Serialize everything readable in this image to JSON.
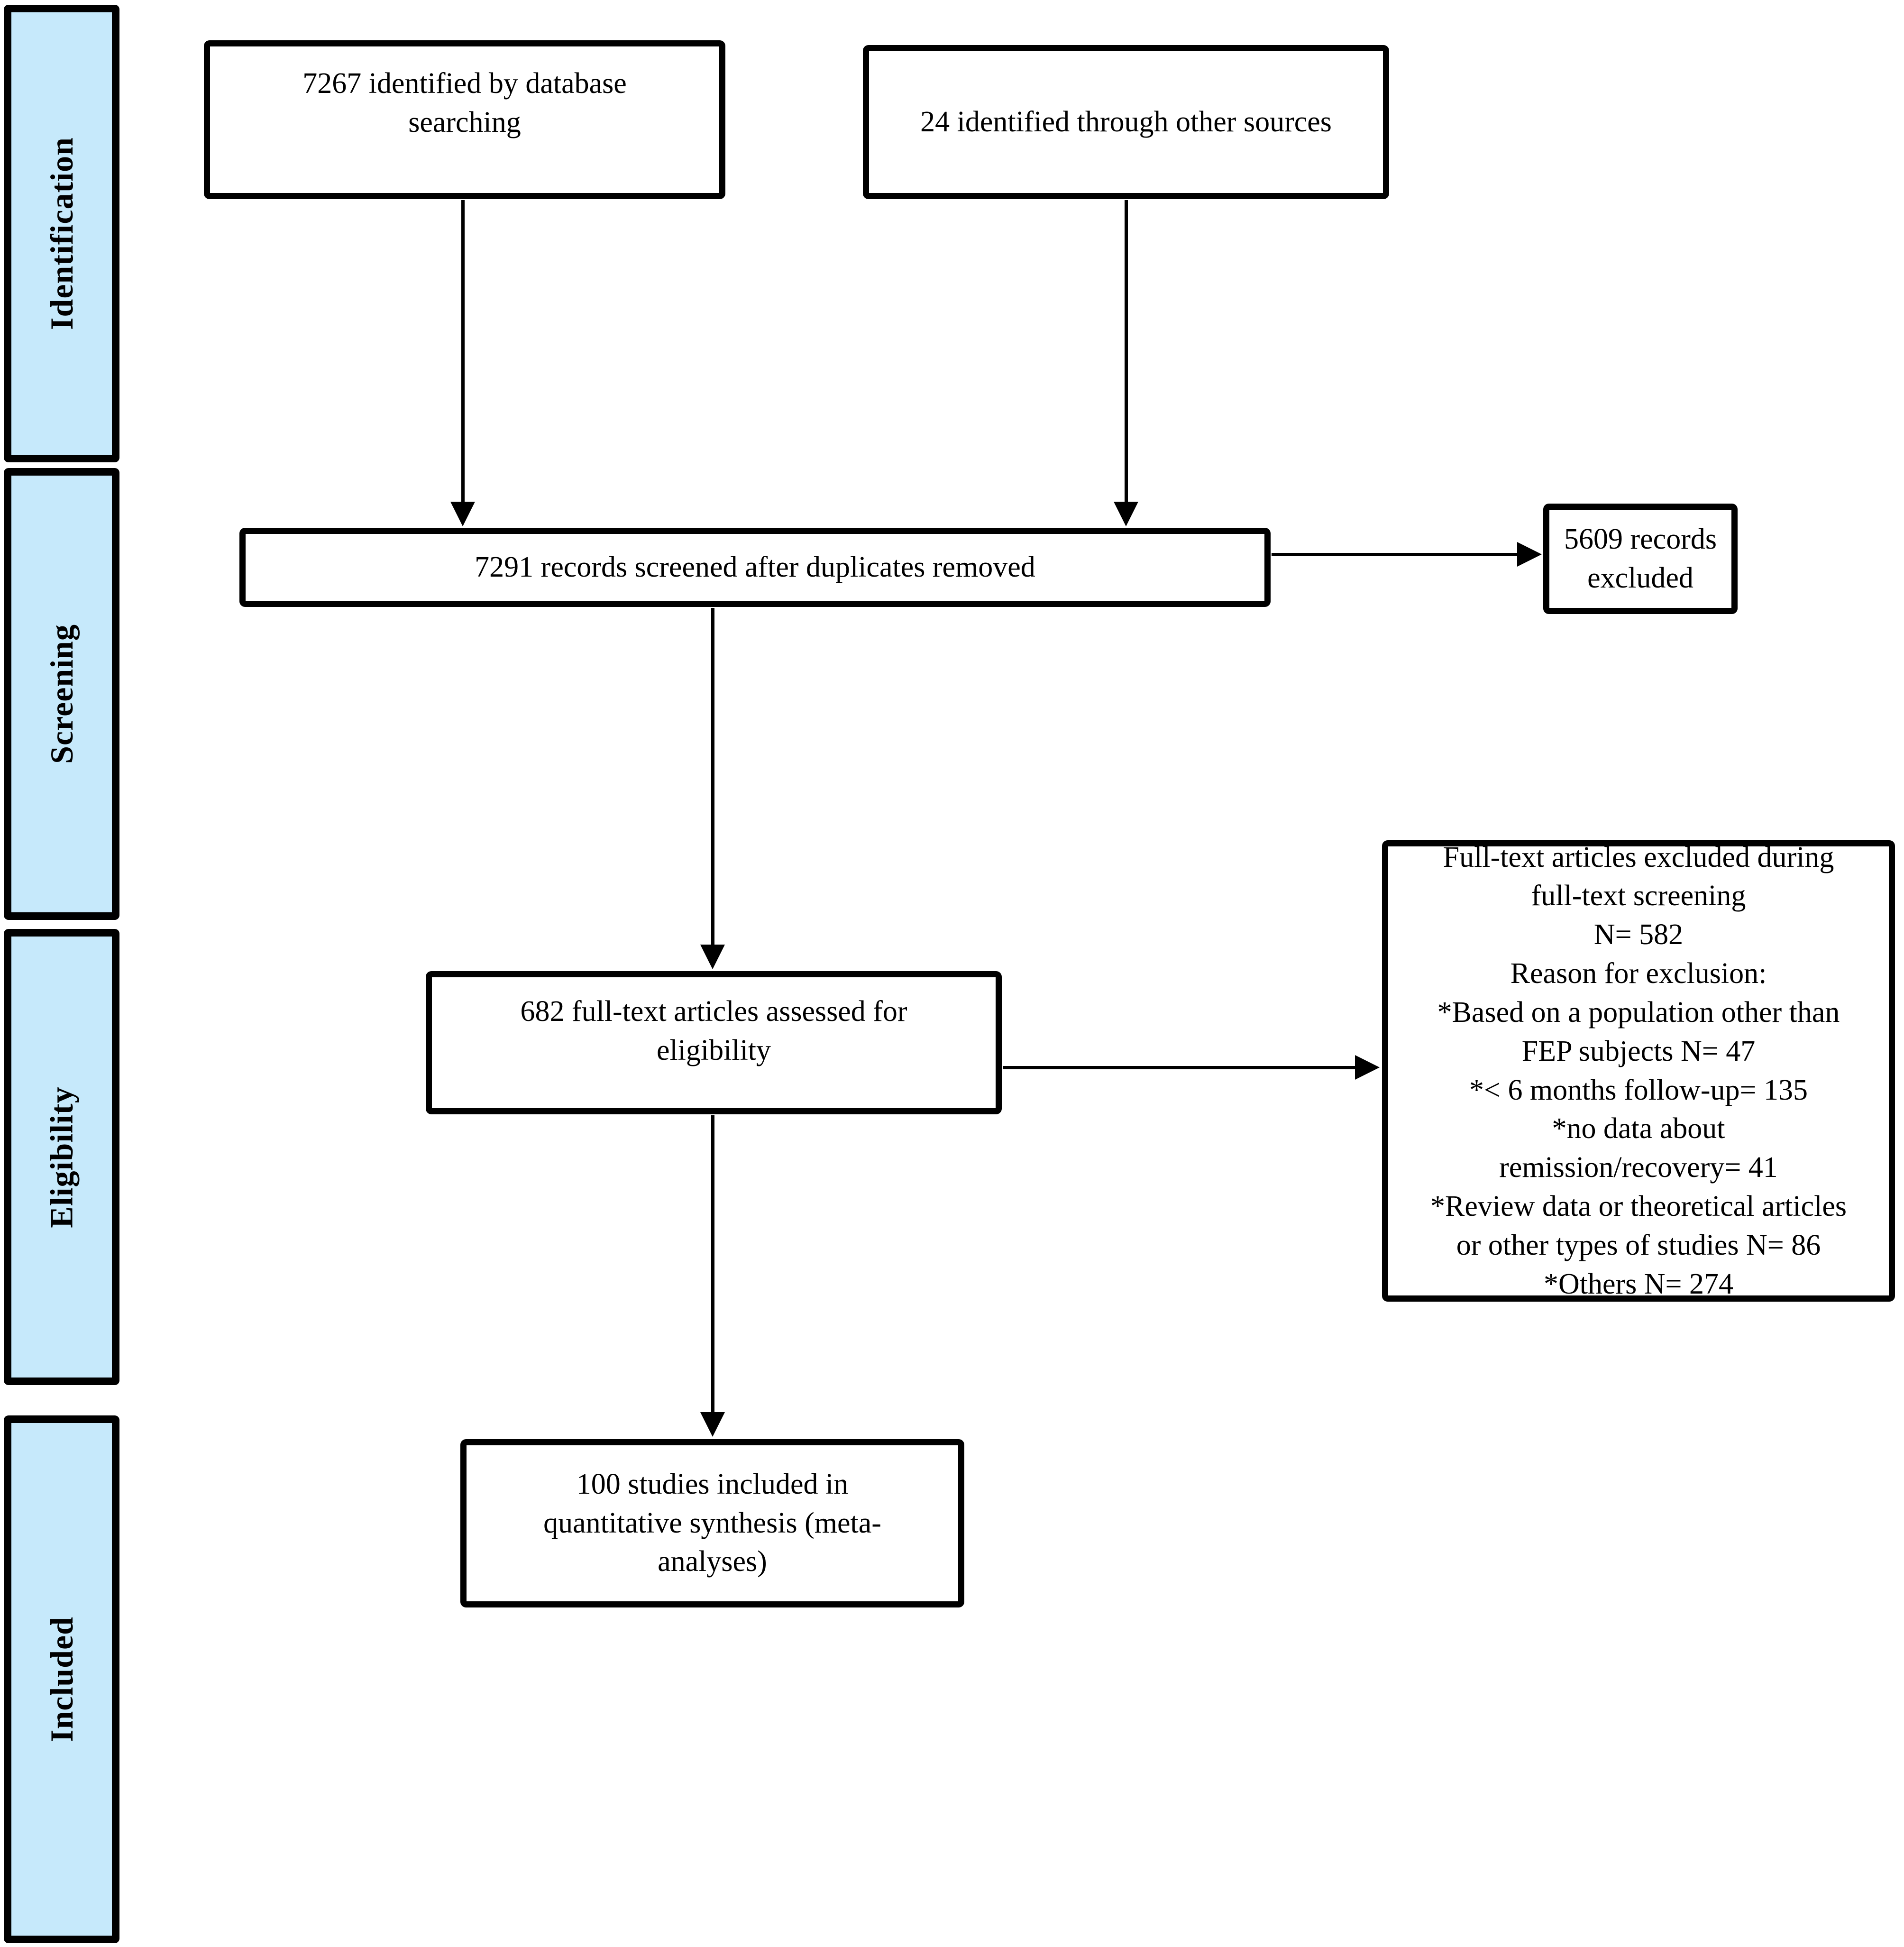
{
  "diagram": {
    "type": "prisma-flow",
    "colors": {
      "background": "#ffffff",
      "box_border": "#000000",
      "stage_fill": "#c6e9fb",
      "text": "#000000"
    },
    "stages": [
      {
        "label": "Identification"
      },
      {
        "label": "Screening"
      },
      {
        "label": "Eligibility"
      },
      {
        "label": "Included"
      }
    ],
    "nodes": {
      "db_search": {
        "lines": [
          "7267 identified by database",
          "searching"
        ]
      },
      "other_sources": {
        "lines": [
          "24 identified through other sources"
        ]
      },
      "screened": {
        "lines": [
          "7291 records screened after duplicates removed"
        ]
      },
      "records_excluded": {
        "lines": [
          "5609 records",
          "excluded"
        ]
      },
      "fulltext_assessed": {
        "lines": [
          "682 full-text articles assessed for",
          "eligibility"
        ]
      },
      "fulltext_excluded": {
        "lines": [
          "Full-text articles excluded during",
          "full-text screening",
          "N= 582",
          "Reason for exclusion:",
          "*Based on a population other than",
          "FEP subjects N= 47",
          "*< 6 months follow-up= 135",
          "*no data about",
          "remission/recovery= 41",
          "*Review data or theoretical articles",
          "or other types of studies N= 86",
          "*Others N= 274"
        ]
      },
      "included_studies": {
        "lines": [
          "100 studies included in",
          "quantitative synthesis (meta-",
          "analyses)"
        ]
      }
    }
  }
}
